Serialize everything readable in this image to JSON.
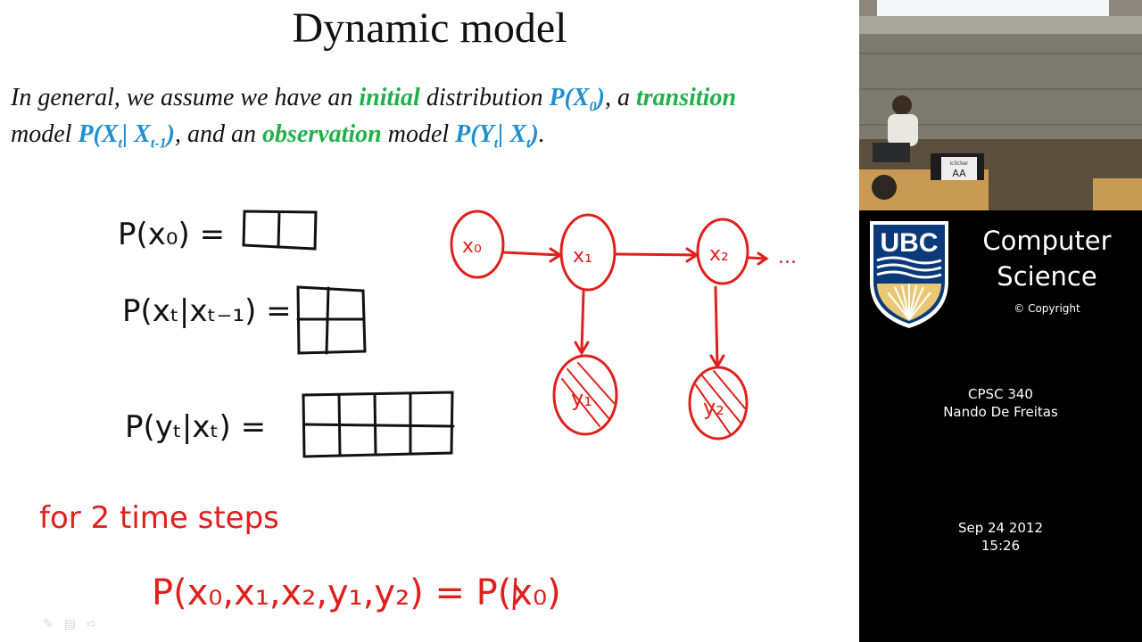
{
  "slide": {
    "title": "Dynamic model",
    "paragraph": {
      "l1_a": "In general, we assume we have an ",
      "l1_initial": "initial",
      "l1_b": " distribution ",
      "l1_p0": "P(X",
      "l1_p0_sub": "0",
      "l1_p0_close": ")",
      "l1_c": ", a ",
      "l1_transition": "transition",
      "l2_a": "model ",
      "l2_trans_p": "P(X",
      "l2_trans_sub_t": "t",
      "l2_trans_mid": "| X",
      "l2_trans_sub_t1": "t-1",
      "l2_trans_close": ")",
      "l2_b": ", and an ",
      "l2_observation": "observation",
      "l2_c": " model ",
      "l2_obs_p": "P(Y",
      "l2_obs_sub_t": "t",
      "l2_obs_mid": "| X",
      "l2_obs_sub_t2": "t",
      "l2_obs_close": ")",
      "l2_end": "."
    },
    "handwriting": {
      "eq_prior": "P(x₀) =",
      "eq_transition": "P(xₜ|xₜ₋₁) =",
      "eq_observation": "P(yₜ|xₜ) =",
      "nodes": {
        "x0": "x₀",
        "x1": "x₁",
        "x2": "x₂",
        "y1": "y₁",
        "y2": "y₂",
        "ellipsis": "..."
      },
      "note": "for 2 time steps",
      "joint": "P(x₀,x₁,x₂,y₁,y₂) = P(x₀)"
    },
    "colors": {
      "green": "#22b04b",
      "blue": "#1f8fd0",
      "ink_red": "#e0201c",
      "ink_black": "#111111"
    }
  },
  "sidebar": {
    "video": {
      "clicker_label": "iclicker",
      "clicker_value": "AA"
    },
    "logo": {
      "text": "UBC",
      "crest_color": "#0a3a7a"
    },
    "program": "Computer Science",
    "copyright": "© Copyright",
    "course": "CPSC 340",
    "lecturer": "Nando De Freitas",
    "date": "Sep 24 2012",
    "time": "15:26"
  }
}
